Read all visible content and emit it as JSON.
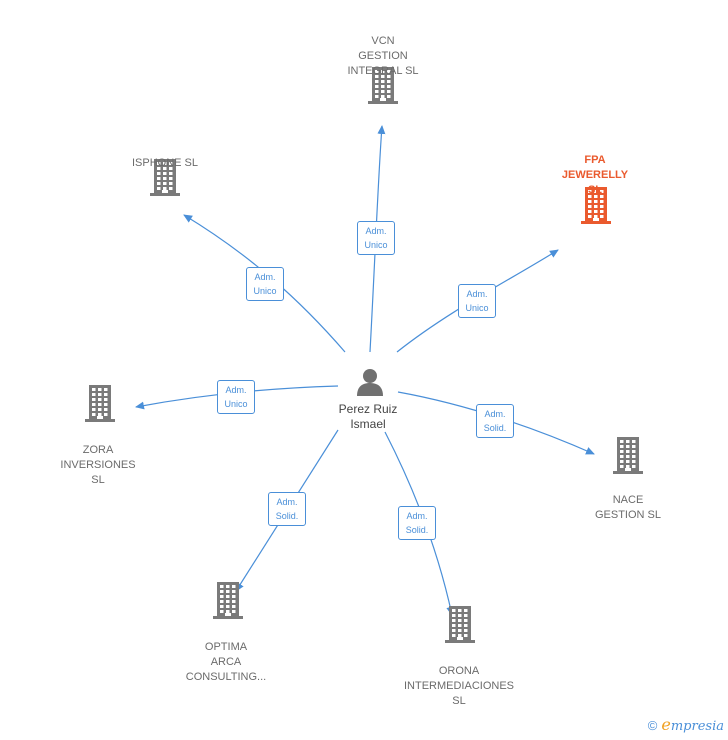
{
  "colors": {
    "edge": "#4a8fd8",
    "building": "#7a7a7a",
    "highlight": "#ea5a2e",
    "person": "#707070"
  },
  "center": {
    "name": "Perez Ruiz\nIsmael",
    "icon": "person-icon"
  },
  "nodes": [
    {
      "id": "vcn",
      "name": "VCN\nGESTION\nINTEGRAL SL",
      "role": "Adm.\nUnico",
      "highlight": false
    },
    {
      "id": "isphone",
      "name": "ISPHONE SL",
      "role": "Adm.\nUnico",
      "highlight": false
    },
    {
      "id": "fpa",
      "name": "FPA\nJEWERELLY\nSL",
      "role": "Adm.\nUnico",
      "highlight": true
    },
    {
      "id": "zora",
      "name": "ZORA\nINVERSIONES\nSL",
      "role": "Adm.\nUnico",
      "highlight": false
    },
    {
      "id": "nace",
      "name": "NACE\nGESTION SL",
      "role": "Adm.\nSolid.",
      "highlight": false
    },
    {
      "id": "optima",
      "name": "OPTIMA\nARCA\nCONSULTING...",
      "role": "Adm.\nSolid.",
      "highlight": false
    },
    {
      "id": "orona",
      "name": "ORONA\nINTERMEDIACIONES\nSL",
      "role": "Adm.\nSolid.",
      "highlight": false
    }
  ],
  "footer": {
    "copyright_symbol": "©",
    "brand_initial": "e",
    "brand_rest": "mpresia"
  }
}
